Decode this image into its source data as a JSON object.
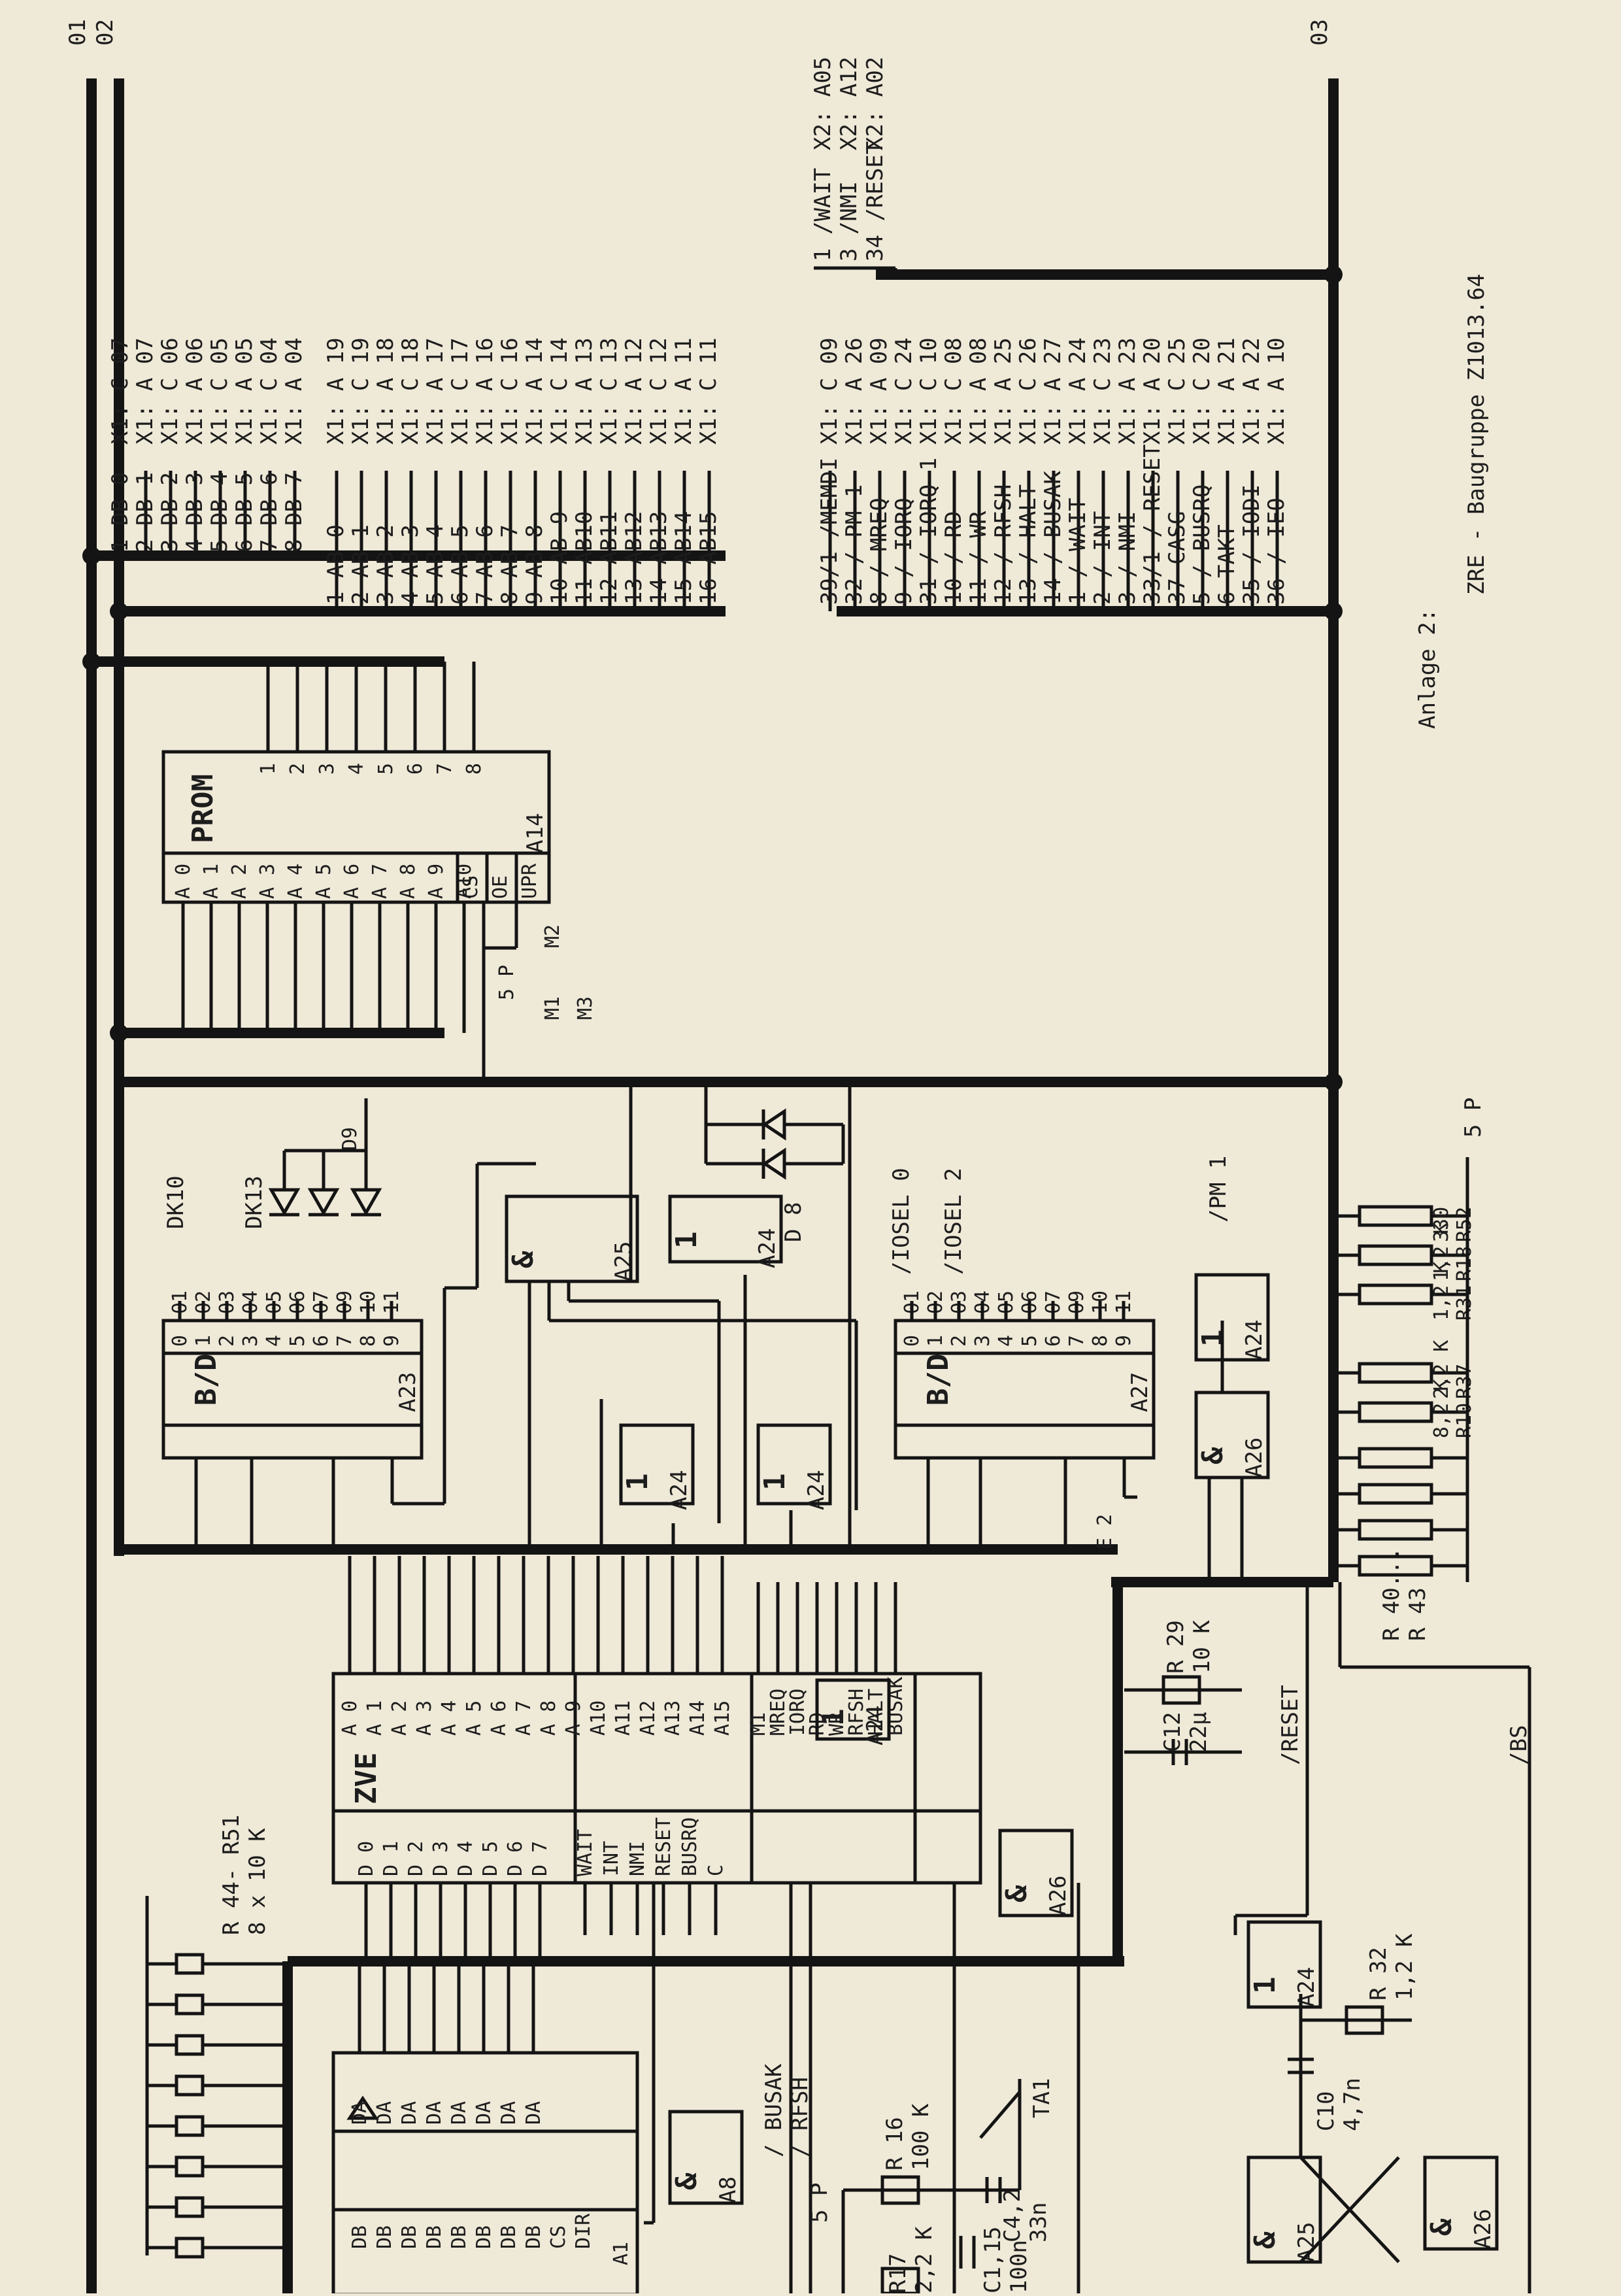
{
  "rail_labels": [
    "01",
    "02",
    "03"
  ],
  "footer": {
    "title": "ZRE - Baugruppe Z1013.64",
    "anlage": "Anlage 2:"
  },
  "x2_conn": [
    {
      "sig": "1 /WAIT",
      "pin": "X2: A05"
    },
    {
      "sig": "3 /NMI",
      "pin": "X2: A12"
    },
    {
      "sig": "34 /RESET",
      "pin": "X2: A02"
    }
  ],
  "x1_data": [
    {
      "sig": "1 DB 0",
      "pin": "X1: C 07"
    },
    {
      "sig": "2 DB 1",
      "pin": "X1: A 07"
    },
    {
      "sig": "3 DB 2",
      "pin": "X1: C 06"
    },
    {
      "sig": "4 DB 3",
      "pin": "X1: A 06"
    },
    {
      "sig": "5 DB 4",
      "pin": "X1: C 05"
    },
    {
      "sig": "6 DB 5",
      "pin": "X1: A 05"
    },
    {
      "sig": "7 DB 6",
      "pin": "X1: C 04"
    },
    {
      "sig": "8 DB 7",
      "pin": "X1: A 04"
    }
  ],
  "x1_addr": [
    {
      "sig": "1 AB 0",
      "pin": "X1: A 19"
    },
    {
      "sig": "2 AB 1",
      "pin": "X1: C 19"
    },
    {
      "sig": "3 AB 2",
      "pin": "X1: A 18"
    },
    {
      "sig": "4 AB 3",
      "pin": "X1: C 18"
    },
    {
      "sig": "5 AB 4",
      "pin": "X1: A 17"
    },
    {
      "sig": "6 AB 5",
      "pin": "X1: C 17"
    },
    {
      "sig": "7 AB 6",
      "pin": "X1: A 16"
    },
    {
      "sig": "8 AB 7",
      "pin": "X1: C 16"
    },
    {
      "sig": "9 AB 8",
      "pin": "X1: A 14"
    },
    {
      "sig": "10 AB 9",
      "pin": "X1: C 14"
    },
    {
      "sig": "11 AB10",
      "pin": "X1: A 13"
    },
    {
      "sig": "12 AB11",
      "pin": "X1: C 13"
    },
    {
      "sig": "13 AB12",
      "pin": "X1: A 12"
    },
    {
      "sig": "14 AB13",
      "pin": "X1: C 12"
    },
    {
      "sig": "15 AB14",
      "pin": "X1: A 11"
    },
    {
      "sig": "16 AB15",
      "pin": "X1: C 11"
    }
  ],
  "x1_ctrl": [
    {
      "sig": "39/1 /MEMDI",
      "pin": "X1: C 09"
    },
    {
      "sig": "32 / PM 1",
      "pin": "X1: A 26"
    },
    {
      "sig": "8 / MREQ",
      "pin": "X1: A 09"
    },
    {
      "sig": "9 / IORQ",
      "pin": "X1: C 24"
    },
    {
      "sig": "31 / IORQ 1",
      "pin": "X1: C 10"
    },
    {
      "sig": "10 / RD",
      "pin": "X1: C 08"
    },
    {
      "sig": "11 / WR",
      "pin": "X1: A 08"
    },
    {
      "sig": "12 / RFSH",
      "pin": "X1: A 25"
    },
    {
      "sig": "13 / HALT",
      "pin": "X1: C 26"
    },
    {
      "sig": "14 / BUSAK",
      "pin": "X1: A 27"
    },
    {
      "sig": "1 / WAIT",
      "pin": "X1: A 24"
    },
    {
      "sig": "2 / INT",
      "pin": "X1: C 23"
    },
    {
      "sig": "3 / NMI",
      "pin": "X1: A 23"
    },
    {
      "sig": "33/1 / RESET",
      "pin": "X1: A 20"
    },
    {
      "sig": "37 CASG",
      "pin": "X1: C 25"
    },
    {
      "sig": "5 / BUSRQ",
      "pin": "X1: C 20"
    },
    {
      "sig": "6 TAKT",
      "pin": "X1: A 21"
    },
    {
      "sig": "35 / IODI",
      "pin": "X1: A 22"
    },
    {
      "sig": "36 / IEO",
      "pin": "X1: A 10"
    }
  ],
  "prom": {
    "name": "PROM",
    "ref": "A14",
    "addr_pins": [
      "A 0",
      "A 1",
      "A 2",
      "A 3",
      "A 4",
      "A 5",
      "A 6",
      "A 7",
      "A 8",
      "A 9",
      "A10"
    ],
    "ctrl_pins": [
      "CS",
      "OE",
      "UPR"
    ],
    "data_outs": [
      "1",
      "2",
      "3",
      "4",
      "5",
      "6",
      "7",
      "8"
    ],
    "jumper": [
      "5 P",
      "M1",
      "M2",
      "M3"
    ]
  },
  "decoders": [
    {
      "name": "B/D",
      "ref": "A23",
      "in_nums": [
        "0",
        "1",
        "2",
        "3",
        "4",
        "5",
        "6",
        "7",
        "8",
        "9"
      ],
      "outs": [
        "01",
        "02",
        "03",
        "04",
        "05",
        "06",
        "07",
        "09",
        "10",
        "11"
      ]
    },
    {
      "name": "B/D",
      "ref": "A27",
      "in_nums": [
        "0",
        "1",
        "2",
        "3",
        "4",
        "5",
        "6",
        "7",
        "8",
        "9"
      ],
      "outs": [
        "01",
        "02",
        "03",
        "04",
        "05",
        "06",
        "07",
        "09",
        "10",
        "11"
      ]
    }
  ],
  "cpu": {
    "name": "ZVE",
    "data_pins": [
      "D 0",
      "D 1",
      "D 2",
      "D 3",
      "D 4",
      "D 5",
      "D 6",
      "D 7"
    ],
    "addr_pins": [
      "A 0",
      "A 1",
      "A 2",
      "A 3",
      "A 4",
      "A 5",
      "A 6",
      "A 7",
      "A 8",
      "A 9",
      "A10",
      "A11",
      "A12",
      "A13",
      "A14",
      "A15"
    ],
    "ctrl_in": [
      "WAIT",
      "INT",
      "NMI",
      "RESET",
      "BUSRQ",
      "C"
    ],
    "ctrl_out": [
      "M1",
      "MREQ",
      "IORQ",
      "RD",
      "WR",
      "RFSH",
      "HALT",
      "BUSAK"
    ]
  },
  "driver": {
    "ref": "A1",
    "left": [
      "DB",
      "DB",
      "DB",
      "DB",
      "DB",
      "DB",
      "DB",
      "DB",
      "CS",
      "DIR"
    ],
    "right": [
      "DA",
      "DA",
      "DA",
      "DA",
      "DA",
      "DA",
      "DA",
      "DA"
    ]
  },
  "gates": [
    {
      "sym": "&",
      "ref": "A25"
    },
    {
      "sym": "1",
      "ref": "A24"
    },
    {
      "sym": "1",
      "ref": "A24"
    },
    {
      "sym": "1",
      "ref": "A24"
    },
    {
      "sym": "1",
      "ref": "A24"
    },
    {
      "sym": "&",
      "ref": "A26"
    },
    {
      "sym": "1",
      "ref": "A24"
    },
    {
      "sym": "&",
      "ref": "A8"
    },
    {
      "sym": "&",
      "ref": "A26"
    },
    {
      "sym": "1",
      "ref": "A24"
    },
    {
      "sym": "&",
      "ref": "A25"
    },
    {
      "sym": "&",
      "ref": "A26"
    }
  ],
  "parts": {
    "r44": "R 44- R51",
    "r44v": "8 x 10 K",
    "r29": "R 29",
    "r29v": "10 K",
    "c12": "C12",
    "c12v": "22μ",
    "r32": "R 32",
    "r32v": "1,2 K",
    "c10": "C10",
    "c10v": "4,7n",
    "r16": "R 16",
    "r16v": "100 K",
    "c42": "C4,2",
    "c42v": "33n",
    "c15": "C1,15",
    "c15v": "100n",
    "r17": "R17",
    "r17v": "2,2 K",
    "ta1": "TA1",
    "r40": "R 40...",
    "r43": "R 43",
    "d8": "D 8",
    "d9": "D9",
    "dk10": "DK10",
    "dk13": "DK13",
    "e2": "E 2",
    "pm1": "/PM 1",
    "iosel0": "/IOSEL 0",
    "iosel2": "/IOSEL 2",
    "reset": "/RESET",
    "bs": "/BS",
    "busak": "/ BUSAK",
    "rfsh": "/ RFSH",
    "p5": "5 P",
    "p5b": "5 P",
    "r52": "R52",
    "r18": "R18",
    "r31": "R31",
    "r37": "R37",
    "r10": "R10",
    "v330": "330",
    "v12k": "1,2 K",
    "v22k": "2,2 K",
    "v82k": "8,2 K"
  }
}
